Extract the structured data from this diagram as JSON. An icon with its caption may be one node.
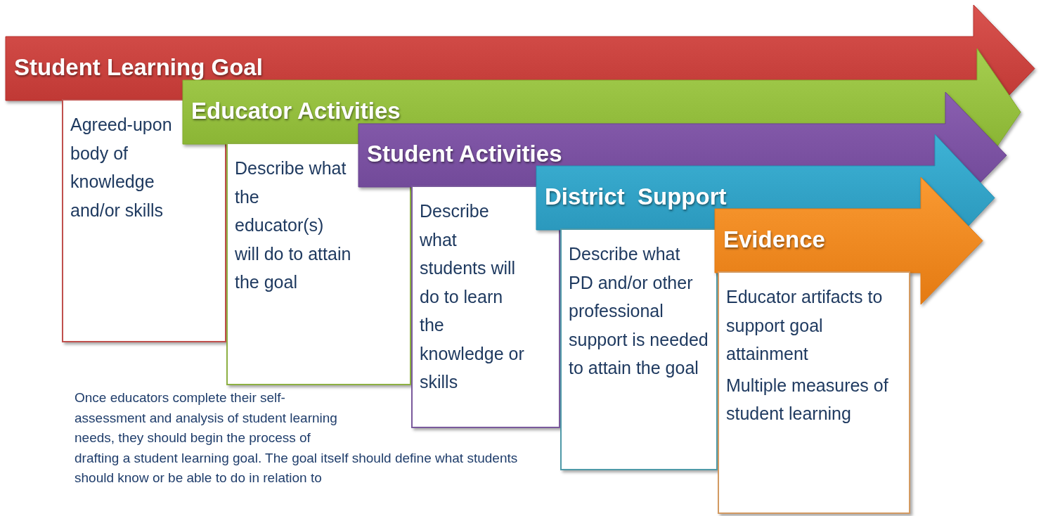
{
  "diagram": {
    "nodes": [
      {
        "text": [
          "Student Learning Goal"
        ]
      },
      {
        "text": [
          "Agreed-upon body of knowledge and/or skills"
        ]
      },
      {
        "text": [
          "Educator Activities"
        ]
      },
      {
        "text": [
          "Describe what the educator(s) will do to attain the goal"
        ]
      },
      {
        "text": [
          "Student Activities"
        ]
      },
      {
        "text": [
          "Describe what students will do to learn the knowledge or skills"
        ]
      },
      {
        "text": [
          "District  Support"
        ]
      },
      {
        "text": [
          "Describe what PD and/or other professional support is needed to attain the goal"
        ]
      },
      {
        "text": [
          "Evidence"
        ]
      },
      {
        "text": [
          "Educator artifacts to support goal attainment",
          "Multiple measures of student learning"
        ]
      }
    ],
    "labels": [
      "Once educators complete their self-assessment and analysis of student learning needs, they should begin the process of drafting a student learning goal. The goal itself should define what students should know or be able to do in relation to"
    ]
  }
}
